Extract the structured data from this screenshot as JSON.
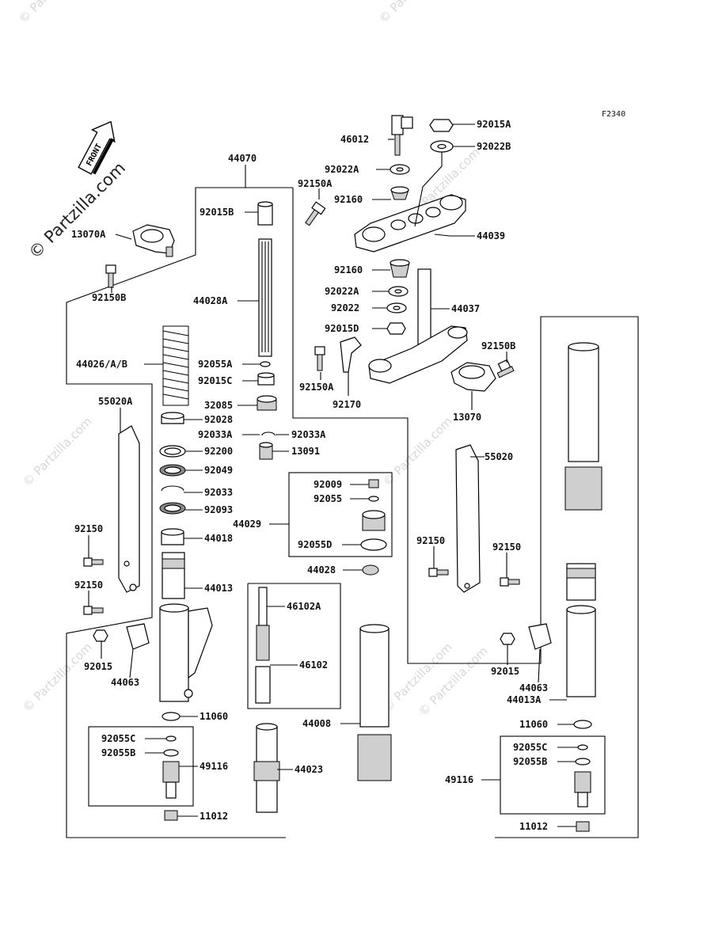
{
  "figure_code": "F2340",
  "watermark": "© Partzilla.com",
  "front_label": "FRONT",
  "parts": [
    {
      "id": "p-44070",
      "label": "44070"
    },
    {
      "id": "p-92015A",
      "label": "92015A"
    },
    {
      "id": "p-46012",
      "label": "46012"
    },
    {
      "id": "p-92022B",
      "label": "92022B"
    },
    {
      "id": "p-92022A-top",
      "label": "92022A"
    },
    {
      "id": "p-92150A-top",
      "label": "92150A"
    },
    {
      "id": "p-92160-top",
      "label": "92160"
    },
    {
      "id": "p-92015B",
      "label": "92015B"
    },
    {
      "id": "p-44039",
      "label": "44039"
    },
    {
      "id": "p-13070A",
      "label": "13070A"
    },
    {
      "id": "p-92150B-left",
      "label": "92150B"
    },
    {
      "id": "p-44028A",
      "label": "44028A"
    },
    {
      "id": "p-92160-mid",
      "label": "92160"
    },
    {
      "id": "p-92022A-mid",
      "label": "92022A"
    },
    {
      "id": "p-92022",
      "label": "92022"
    },
    {
      "id": "p-44037",
      "label": "44037"
    },
    {
      "id": "p-92015D",
      "label": "92015D"
    },
    {
      "id": "p-92150B-right",
      "label": "92150B"
    },
    {
      "id": "p-44026",
      "label": "44026/A/B"
    },
    {
      "id": "p-92055A",
      "label": "92055A"
    },
    {
      "id": "p-92015C",
      "label": "92015C"
    },
    {
      "id": "p-92150A-mid",
      "label": "92150A"
    },
    {
      "id": "p-92170",
      "label": "92170"
    },
    {
      "id": "p-55020A",
      "label": "55020A"
    },
    {
      "id": "p-32085",
      "label": "32085"
    },
    {
      "id": "p-92028",
      "label": "92028"
    },
    {
      "id": "p-13070",
      "label": "13070"
    },
    {
      "id": "p-92033A-l",
      "label": "92033A"
    },
    {
      "id": "p-92033A-r",
      "label": "92033A"
    },
    {
      "id": "p-92200",
      "label": "92200"
    },
    {
      "id": "p-13091",
      "label": "13091"
    },
    {
      "id": "p-55020",
      "label": "55020"
    },
    {
      "id": "p-92049",
      "label": "92049"
    },
    {
      "id": "p-92009",
      "label": "92009"
    },
    {
      "id": "p-92033",
      "label": "92033"
    },
    {
      "id": "p-92055",
      "label": "92055"
    },
    {
      "id": "p-92093",
      "label": "92093"
    },
    {
      "id": "p-44029",
      "label": "44029"
    },
    {
      "id": "p-92150-l1",
      "label": "92150"
    },
    {
      "id": "p-44018",
      "label": "44018"
    },
    {
      "id": "p-92055D",
      "label": "92055D"
    },
    {
      "id": "p-92150-r1",
      "label": "92150"
    },
    {
      "id": "p-92150-r2",
      "label": "92150"
    },
    {
      "id": "p-44028",
      "label": "44028"
    },
    {
      "id": "p-92150-l2",
      "label": "92150"
    },
    {
      "id": "p-44013",
      "label": "44013"
    },
    {
      "id": "p-46102A",
      "label": "46102A"
    },
    {
      "id": "p-92015-l",
      "label": "92015"
    },
    {
      "id": "p-46102",
      "label": "46102"
    },
    {
      "id": "p-44063-l",
      "label": "44063"
    },
    {
      "id": "p-92015-r",
      "label": "92015"
    },
    {
      "id": "p-44063-r",
      "label": "44063"
    },
    {
      "id": "p-44013A",
      "label": "44013A"
    },
    {
      "id": "p-11060-l",
      "label": "11060"
    },
    {
      "id": "p-44008",
      "label": "44008"
    },
    {
      "id": "p-11060-r",
      "label": "11060"
    },
    {
      "id": "p-92055C-l",
      "label": "92055C"
    },
    {
      "id": "p-92055B-l",
      "label": "92055B"
    },
    {
      "id": "p-49116-l",
      "label": "49116"
    },
    {
      "id": "p-44023",
      "label": "44023"
    },
    {
      "id": "p-92055C-r",
      "label": "92055C"
    },
    {
      "id": "p-92055B-r",
      "label": "92055B"
    },
    {
      "id": "p-49116-r",
      "label": "49116"
    },
    {
      "id": "p-11012-l",
      "label": "11012"
    },
    {
      "id": "p-11012-r",
      "label": "11012"
    }
  ]
}
